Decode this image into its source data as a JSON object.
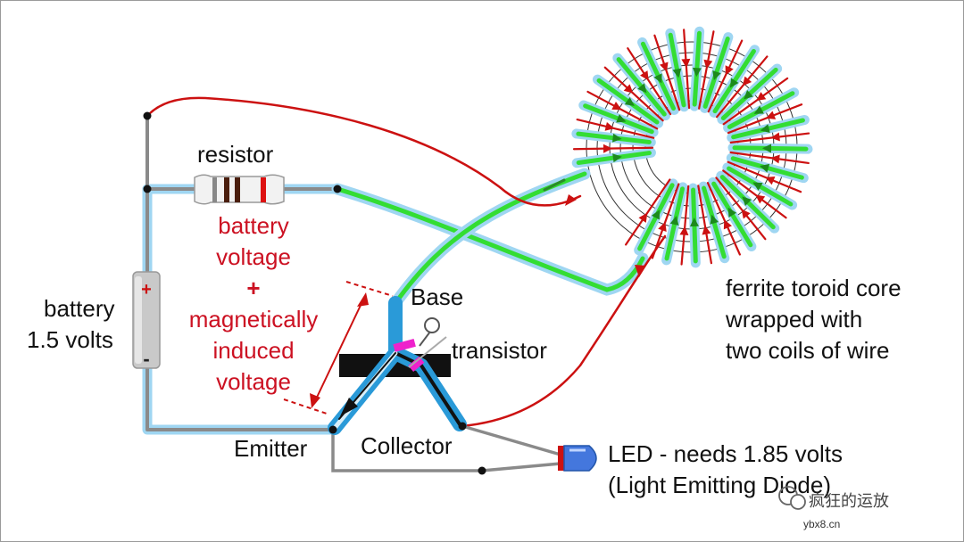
{
  "labels": {
    "resistor": "resistor",
    "battery_line1": "battery",
    "battery_line2": "1.5 volts",
    "plus_sign": "+",
    "minus_sign": "-",
    "red_line1": "battery",
    "red_line2": "voltage",
    "red_plus": "+",
    "red_line3": "magnetically",
    "red_line4": "induced",
    "red_line5": "voltage",
    "base": "Base",
    "transistor": "transistor",
    "emitter": "Emitter",
    "collector": "Collector",
    "ferrite_line1": "ferrite toroid core",
    "ferrite_line2": "wrapped with",
    "ferrite_line3": "two coils of wire",
    "led_line1": "LED - needs 1.85 volts",
    "led_line2": "(Light Emitting Diode)"
  },
  "watermark": {
    "name": "疯狂的运放",
    "site": "ybx8.cn"
  },
  "colors": {
    "wire_green": "#33dd33",
    "wire_glow": "#9fd6f2",
    "wire_red": "#cc1111",
    "wire_gray": "#888888",
    "transistor_blue": "#2a9ad8",
    "transistor_black": "#111111",
    "transistor_pink": "#ee22cc",
    "led_blue": "#4477dd",
    "text_red": "#cc1122"
  }
}
